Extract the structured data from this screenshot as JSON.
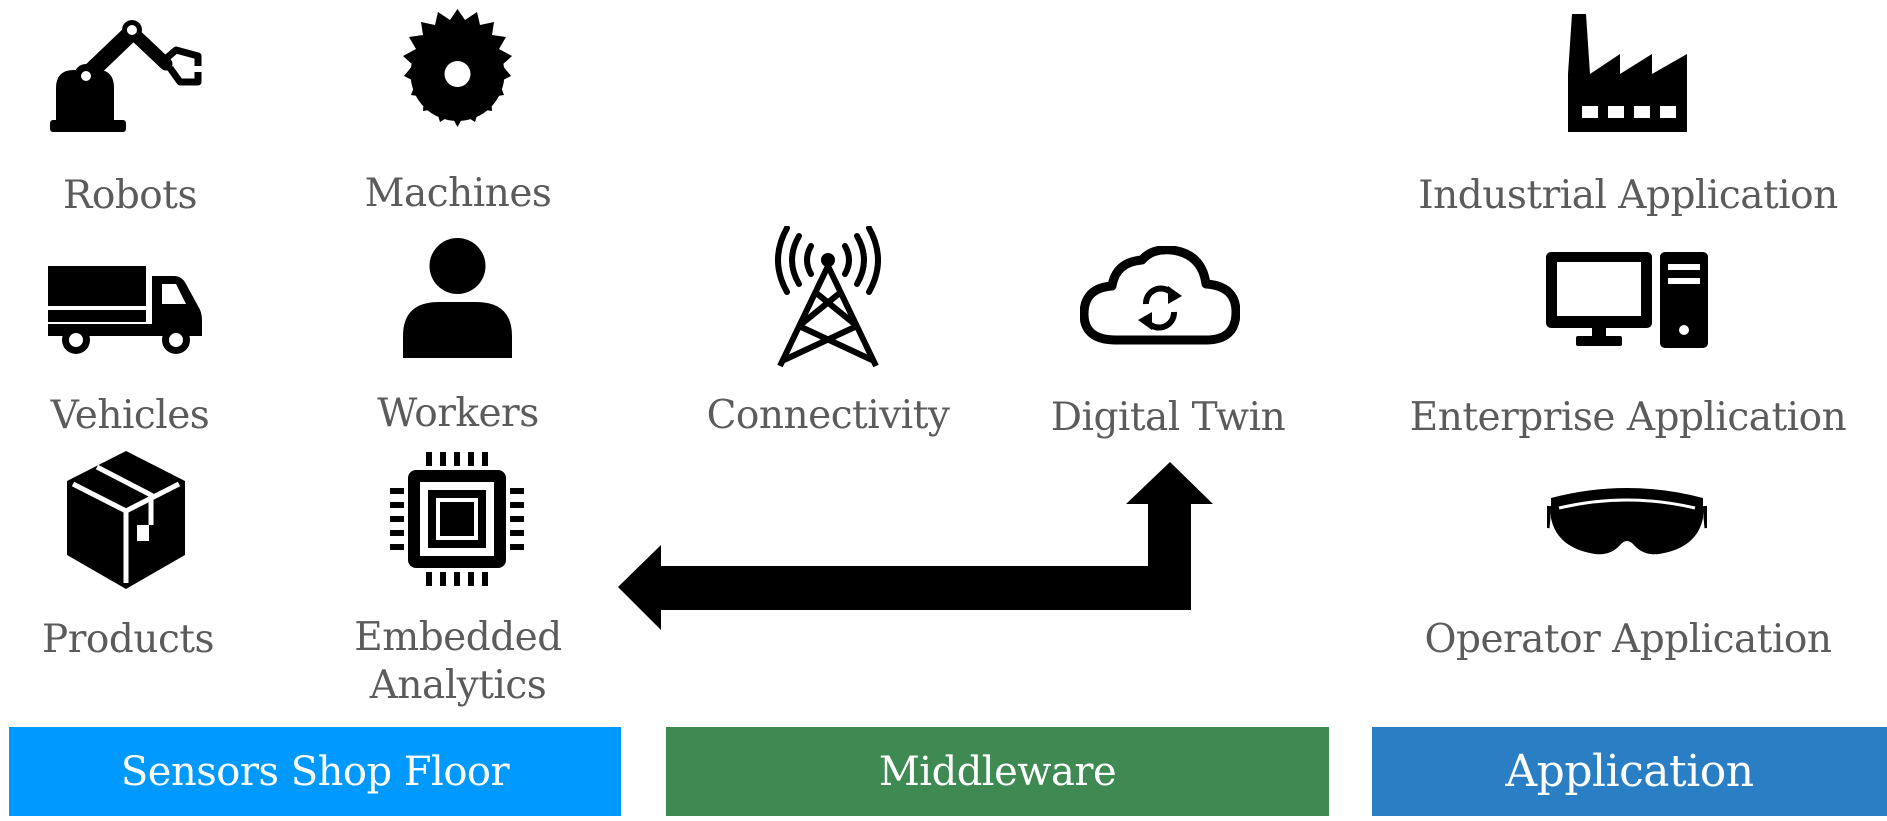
{
  "columns": {
    "sensors": {
      "items": [
        {
          "label": "Robots",
          "icon": "robot-arm-icon"
        },
        {
          "label": "Machines",
          "icon": "saw-blade-icon"
        },
        {
          "label": "Vehicles",
          "icon": "truck-icon"
        },
        {
          "label": "Workers",
          "icon": "person-icon"
        },
        {
          "label": "Products",
          "icon": "box-icon"
        },
        {
          "label": "Embedded Analytics",
          "icon": "chip-icon"
        }
      ],
      "bar_label": "Sensors Shop Floor",
      "bar_color": "#0099ff"
    },
    "middleware": {
      "items": [
        {
          "label": "Connectivity",
          "icon": "antenna-tower-icon"
        },
        {
          "label": "Digital Twin",
          "icon": "cloud-sync-icon"
        }
      ],
      "bar_label": "Middleware",
      "bar_color": "#3e8a52"
    },
    "application": {
      "items": [
        {
          "label": "Industrial Application",
          "icon": "factory-icon"
        },
        {
          "label": "Enterprise Application",
          "icon": "desktop-computer-icon"
        },
        {
          "label": "Operator Application",
          "icon": "ar-headset-icon"
        }
      ],
      "bar_label": "Application",
      "bar_color": "#2a7fc4"
    }
  },
  "arrow": {
    "icon": "elbow-arrow-icon",
    "color": "#000000"
  },
  "label_color": "#5b5b5b"
}
